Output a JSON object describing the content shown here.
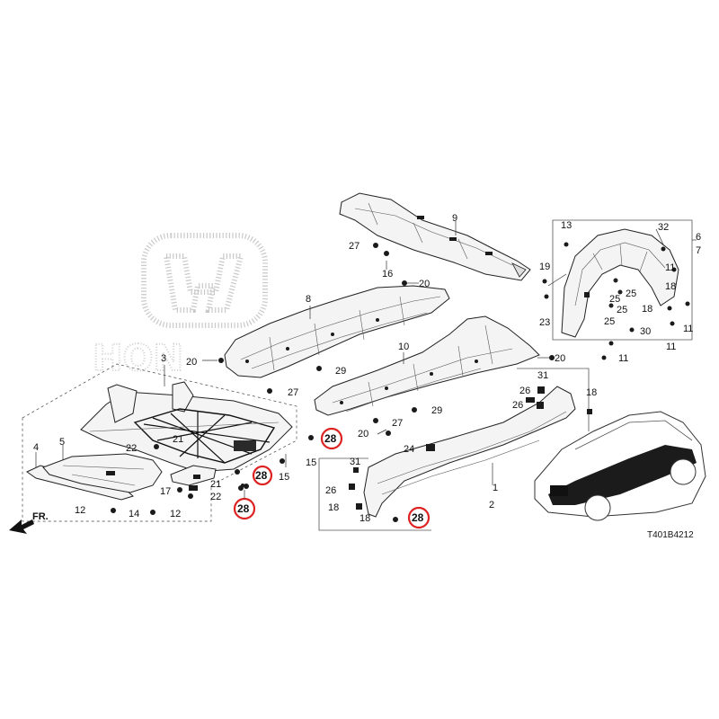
{
  "diagram": {
    "code": "T401B4212",
    "front_label": "FR.",
    "callouts": [
      {
        "id": "c1",
        "text": "1"
      },
      {
        "id": "c2",
        "text": "2"
      },
      {
        "id": "c3",
        "text": "3"
      },
      {
        "id": "c4",
        "text": "4"
      },
      {
        "id": "c5",
        "text": "5"
      },
      {
        "id": "c6",
        "text": "6"
      },
      {
        "id": "c7",
        "text": "7"
      },
      {
        "id": "c8",
        "text": "8"
      },
      {
        "id": "c9",
        "text": "9"
      },
      {
        "id": "c10",
        "text": "10"
      },
      {
        "id": "c11a",
        "text": "11"
      },
      {
        "id": "c11b",
        "text": "11"
      },
      {
        "id": "c11c",
        "text": "11"
      },
      {
        "id": "c11d",
        "text": "11"
      },
      {
        "id": "c12a",
        "text": "12"
      },
      {
        "id": "c12b",
        "text": "12"
      },
      {
        "id": "c13",
        "text": "13"
      },
      {
        "id": "c14",
        "text": "14"
      },
      {
        "id": "c15a",
        "text": "15"
      },
      {
        "id": "c15b",
        "text": "15"
      },
      {
        "id": "c16",
        "text": "16"
      },
      {
        "id": "c17",
        "text": "17"
      },
      {
        "id": "c18a",
        "text": "18"
      },
      {
        "id": "c18b",
        "text": "18"
      },
      {
        "id": "c18c",
        "text": "18"
      },
      {
        "id": "c18d",
        "text": "18"
      },
      {
        "id": "c18e",
        "text": "18"
      },
      {
        "id": "c19",
        "text": "19"
      },
      {
        "id": "c20a",
        "text": "20"
      },
      {
        "id": "c20b",
        "text": "20"
      },
      {
        "id": "c20c",
        "text": "20"
      },
      {
        "id": "c20d",
        "text": "20"
      },
      {
        "id": "c21a",
        "text": "21"
      },
      {
        "id": "c21b",
        "text": "21"
      },
      {
        "id": "c22a",
        "text": "22"
      },
      {
        "id": "c22b",
        "text": "22"
      },
      {
        "id": "c23",
        "text": "23"
      },
      {
        "id": "c24",
        "text": "24"
      },
      {
        "id": "c25a",
        "text": "25"
      },
      {
        "id": "c25b",
        "text": "25"
      },
      {
        "id": "c25c",
        "text": "25"
      },
      {
        "id": "c25d",
        "text": "25"
      },
      {
        "id": "c26a",
        "text": "26"
      },
      {
        "id": "c26b",
        "text": "26"
      },
      {
        "id": "c26c",
        "text": "26"
      },
      {
        "id": "c27a",
        "text": "27"
      },
      {
        "id": "c27b",
        "text": "27"
      },
      {
        "id": "c27c",
        "text": "27"
      },
      {
        "id": "c29a",
        "text": "29"
      },
      {
        "id": "c29b",
        "text": "29"
      },
      {
        "id": "c30",
        "text": "30"
      },
      {
        "id": "c31a",
        "text": "31"
      },
      {
        "id": "c31b",
        "text": "31"
      },
      {
        "id": "c32",
        "text": "32"
      }
    ],
    "highlighted": [
      {
        "id": "h1",
        "text": "28"
      },
      {
        "id": "h2",
        "text": "28"
      },
      {
        "id": "h3",
        "text": "28"
      },
      {
        "id": "h4",
        "text": "28"
      }
    ],
    "highlight_color": "#d22222"
  }
}
